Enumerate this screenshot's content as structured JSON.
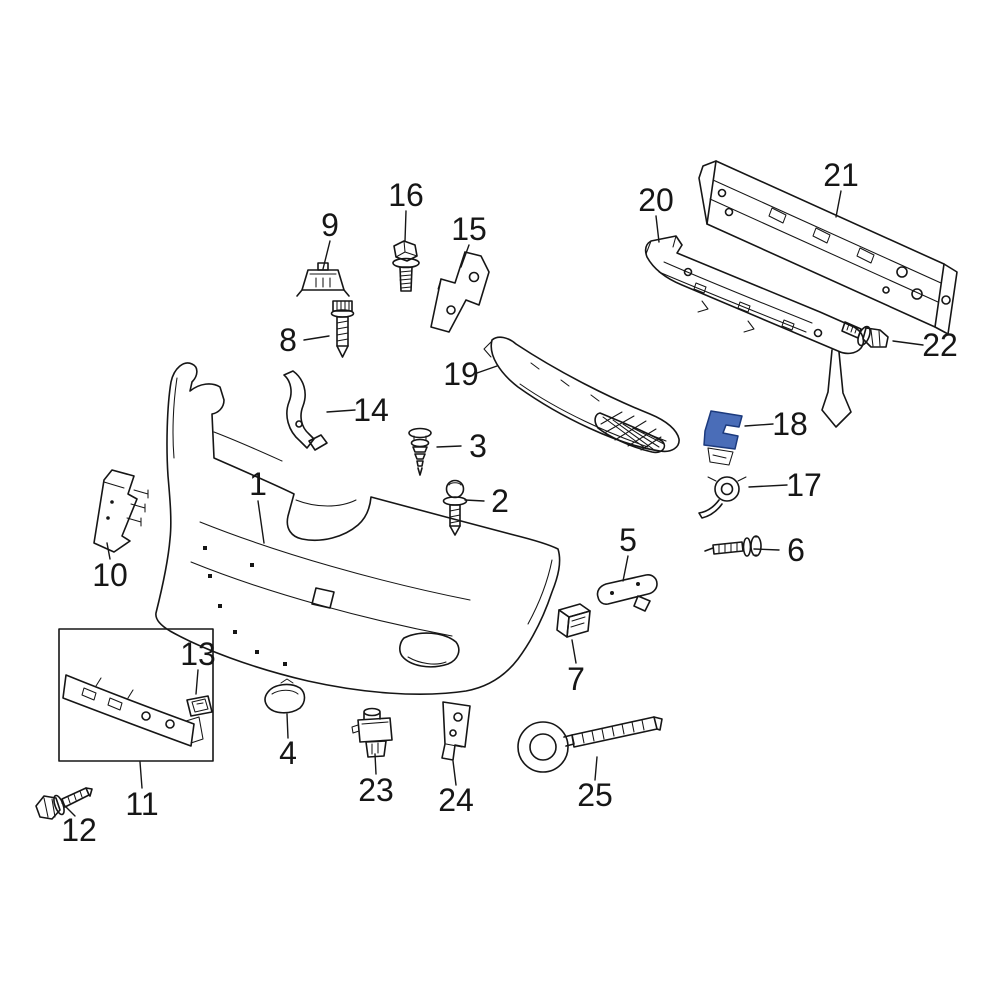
{
  "page": {
    "background": "#ffffff",
    "label_color": "#161616"
  },
  "diagram": {
    "type": "exploded-parts-diagram",
    "subject": "front-bumper-assembly",
    "line_color": "#161616",
    "highlight": {
      "part_number": "18",
      "fill": "#4a6db8",
      "stroke": "#1c3a7d"
    },
    "parts": [
      {
        "number": "1",
        "part": "front-bumper-cover"
      },
      {
        "number": "2",
        "part": "screw"
      },
      {
        "number": "3",
        "part": "push-retainer"
      },
      {
        "number": "4",
        "part": "hole-cover"
      },
      {
        "number": "5",
        "part": "bumper-retainer"
      },
      {
        "number": "6",
        "part": "screw"
      },
      {
        "number": "7",
        "part": "clip"
      },
      {
        "number": "8",
        "part": "screw"
      },
      {
        "number": "9",
        "part": "guide-clip"
      },
      {
        "number": "10",
        "part": "side-support"
      },
      {
        "number": "11",
        "part": "license-plate-bracket"
      },
      {
        "number": "12",
        "part": "bolt"
      },
      {
        "number": "13",
        "part": "clip"
      },
      {
        "number": "14",
        "part": "side-retainer"
      },
      {
        "number": "15",
        "part": "support-bracket"
      },
      {
        "number": "16",
        "part": "flange-bolt"
      },
      {
        "number": "17",
        "part": "grommet"
      },
      {
        "number": "18",
        "part": "bumper-bracket",
        "highlighted": true
      },
      {
        "number": "19",
        "part": "lower-grille"
      },
      {
        "number": "20",
        "part": "energy-absorber"
      },
      {
        "number": "21",
        "part": "impact-bar"
      },
      {
        "number": "22",
        "part": "flange-bolt"
      },
      {
        "number": "23",
        "part": "park-assist-sensor"
      },
      {
        "number": "24",
        "part": "sensor-bracket"
      },
      {
        "number": "25",
        "part": "tow-hook"
      }
    ]
  }
}
